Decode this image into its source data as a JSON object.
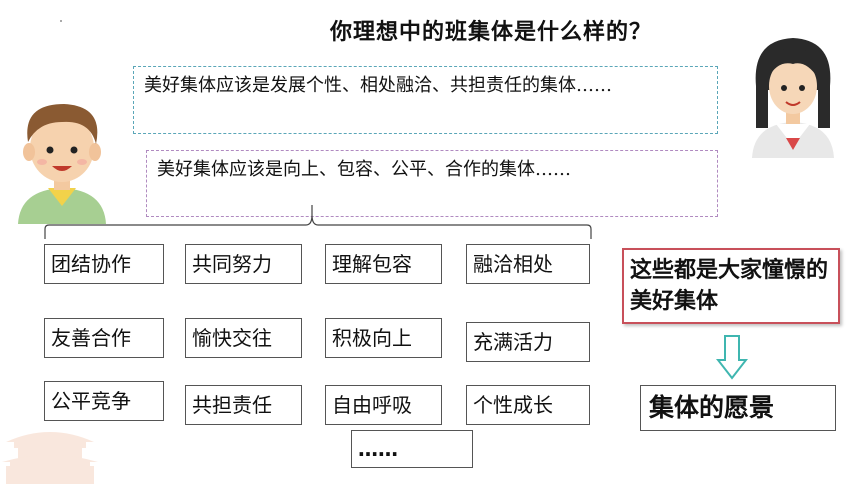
{
  "slide": {
    "title": "你理想中的班集体是什么样的？",
    "quotes": [
      "美好集体应该是发展个性、相处融洽、共担责任的集体……",
      "美好集体应该是向上、包容、公平、合作的集体……"
    ],
    "qualities": [
      "团结协作",
      "共同努力",
      "理解包容",
      "融洽相处",
      "友善合作",
      "愉快交往",
      "积极向上",
      "充满活力",
      "公平竞争",
      "共担责任",
      "自由呼吸",
      "个性成长",
      "……"
    ],
    "vision_text": "这些都是大家憧憬的美好集体",
    "result_text": "集体的愿景"
  },
  "colors": {
    "quote1_border": "#5aa6b8",
    "quote2_border": "#b08ac0",
    "vision_border": "#c8505a",
    "arrow": "#3fb6b0"
  },
  "icons": [
    "boy-avatar-icon",
    "girl-avatar-icon",
    "palace-watermark-icon",
    "down-arrow-icon"
  ]
}
